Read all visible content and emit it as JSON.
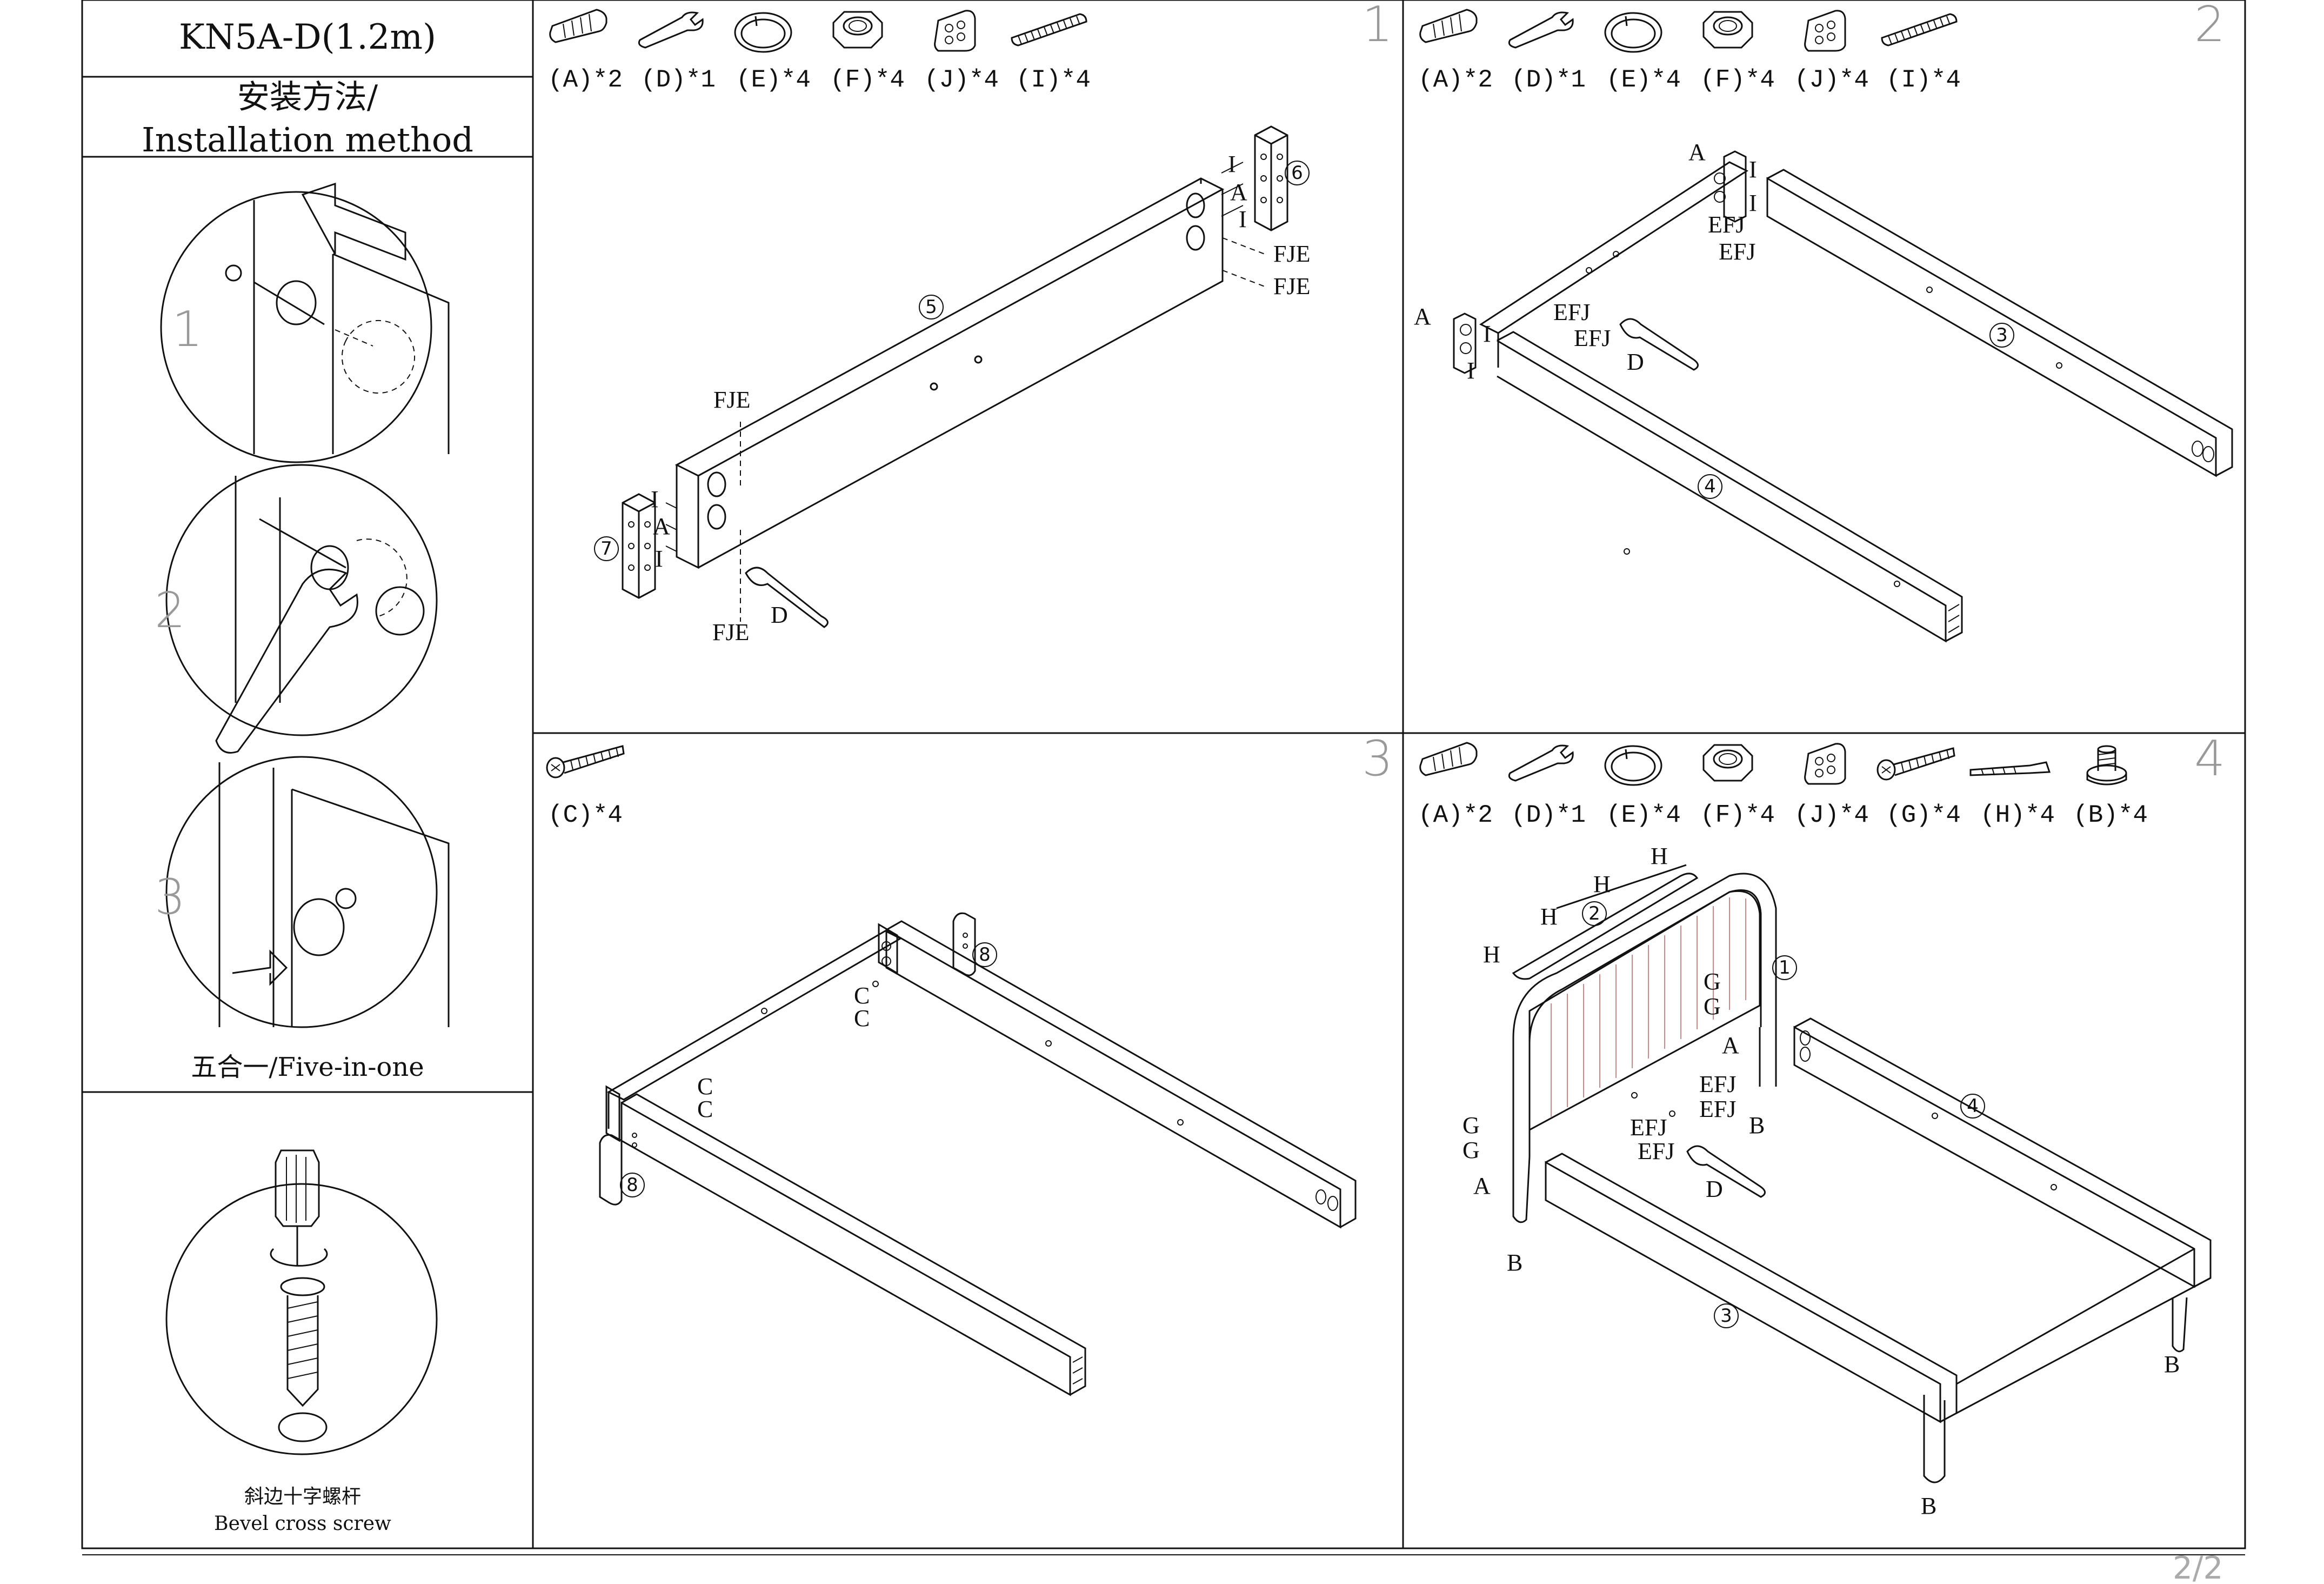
{
  "sidebar": {
    "model": "KN5A-D(1.2m)",
    "method_cn": "安装方法/",
    "method_en": "Installation method",
    "five_in_one": "五合一/Five-in-one",
    "screw_cn": "斜边十字螺杆",
    "screw_en": "Bevel cross screw",
    "detail_steps": [
      "1",
      "2",
      "3"
    ]
  },
  "steps": [
    {
      "number": "1",
      "parts": [
        "(A)*2",
        "(D)*1",
        "(E)*4",
        "(F)*4",
        "(J)*4",
        "(I)*4"
      ],
      "callouts": [
        "5",
        "6",
        "7"
      ],
      "labels": [
        "I",
        "A",
        "I",
        "FJE",
        "FJE",
        "FJE",
        "I",
        "A",
        "I",
        "FJE",
        "D"
      ]
    },
    {
      "number": "2",
      "parts": [
        "(A)*2",
        "(D)*1",
        "(E)*4",
        "(F)*4",
        "(J)*4",
        "(I)*4"
      ],
      "callouts": [
        "3",
        "4"
      ],
      "labels": [
        "A",
        "I",
        "I",
        "EFJ",
        "EFJ",
        "A",
        "I",
        "I",
        "EFJ",
        "EFJ",
        "D"
      ]
    },
    {
      "number": "3",
      "parts": [
        "(C)*4"
      ],
      "callouts": [
        "8",
        "8"
      ],
      "labels": [
        "C",
        "C",
        "C",
        "C"
      ]
    },
    {
      "number": "4",
      "parts": [
        "(A)*2",
        "(D)*1",
        "(E)*4",
        "(F)*4",
        "(J)*4",
        "(G)*4",
        "(H)*4",
        "(B)*4"
      ],
      "callouts": [
        "1",
        "2",
        "3",
        "4"
      ],
      "labels": [
        "H",
        "H",
        "H",
        "H",
        "G",
        "G",
        "A",
        "EFJ",
        "EFJ",
        "B",
        "G",
        "G",
        "A",
        "EFJ",
        "EFJ",
        "D",
        "B",
        "B",
        "B"
      ]
    }
  ],
  "page": "2/2",
  "icons": [
    "dowel-icon",
    "wrench-icon",
    "washer-icon",
    "nut-icon",
    "cam-plate-icon",
    "bolt-icon",
    "screw-icon",
    "wood-screw-icon",
    "leg-bolt-icon"
  ]
}
